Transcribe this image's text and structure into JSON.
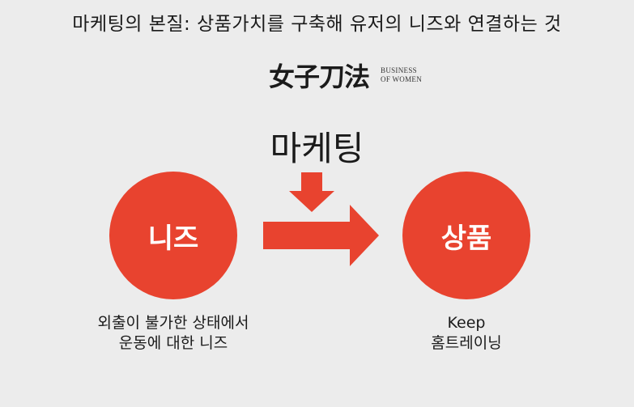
{
  "header": {
    "title": "마케팅의 본질: 상품가치를 구축해 유저의 니즈와 연결하는 것"
  },
  "logo": {
    "mark": "女子刀法",
    "subtitle_line1": "BUSINESS",
    "subtitle_line2": "OF WOMEN"
  },
  "diagram": {
    "center_label": "마케팅",
    "left_circle": "니즈",
    "right_circle": "상품",
    "left_caption_line1": "외출이 불가한 상태에서",
    "left_caption_line2": "운동에 대한 니즈",
    "right_caption_line1": "Keep",
    "right_caption_line2": "홈트레이닝"
  },
  "colors": {
    "accent": "#e8432f",
    "background": "#ececec",
    "text": "#1a1a1a"
  }
}
